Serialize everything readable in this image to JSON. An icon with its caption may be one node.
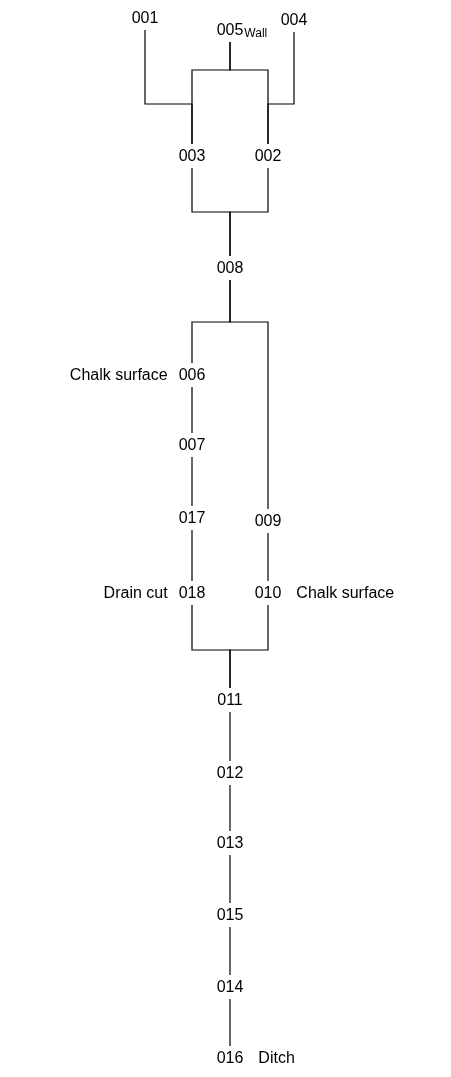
{
  "diagram": {
    "nodes": [
      {
        "text": [
          "001"
        ]
      },
      {
        "text": [
          "005"
        ],
        "beside": [
          "Wall"
        ]
      },
      {
        "text": [
          "004"
        ]
      },
      {
        "text": [
          "003"
        ]
      },
      {
        "text": [
          "002"
        ]
      },
      {
        "text": [
          "008"
        ]
      },
      {
        "text": [
          "006"
        ],
        "beside": [
          "Chalk surface"
        ]
      },
      {
        "text": [
          "007"
        ]
      },
      {
        "text": [
          "017"
        ]
      },
      {
        "text": [
          "009"
        ]
      },
      {
        "text": [
          "018"
        ],
        "beside": [
          "Drain cut"
        ]
      },
      {
        "text": [
          "010"
        ],
        "beside": [
          "Chalk surface"
        ]
      },
      {
        "text": [
          "011"
        ]
      },
      {
        "text": [
          "012"
        ]
      },
      {
        "text": [
          "013"
        ]
      },
      {
        "text": [
          "015"
        ]
      },
      {
        "text": [
          "014"
        ]
      },
      {
        "text": [
          "016"
        ],
        "beside": [
          "Ditch"
        ]
      }
    ],
    "edges": [
      {
        "from": 0,
        "to": 3,
        "arrow": "none"
      },
      {
        "from": 1,
        "to": 3,
        "arrow": "none"
      },
      {
        "from": 1,
        "to": 4,
        "arrow": "none"
      },
      {
        "from": 2,
        "to": 4,
        "arrow": "none"
      },
      {
        "from": 3,
        "to": 5,
        "arrow": "none"
      },
      {
        "from": 4,
        "to": 5,
        "arrow": "none"
      },
      {
        "from": 5,
        "to": 6,
        "arrow": "none"
      },
      {
        "from": 5,
        "to": 9,
        "arrow": "none"
      },
      {
        "from": 6,
        "to": 7,
        "arrow": "none"
      },
      {
        "from": 7,
        "to": 8,
        "arrow": "none"
      },
      {
        "from": 8,
        "to": 10,
        "arrow": "none"
      },
      {
        "from": 9,
        "to": 11,
        "arrow": "none"
      },
      {
        "from": 10,
        "to": 12,
        "arrow": "none"
      },
      {
        "from": 11,
        "to": 12,
        "arrow": "none"
      },
      {
        "from": 12,
        "to": 13,
        "arrow": "none"
      },
      {
        "from": 13,
        "to": 14,
        "arrow": "none"
      },
      {
        "from": 14,
        "to": 15,
        "arrow": "none"
      },
      {
        "from": 15,
        "to": 16,
        "arrow": "none"
      },
      {
        "from": 16,
        "to": 17,
        "arrow": "none"
      }
    ]
  }
}
